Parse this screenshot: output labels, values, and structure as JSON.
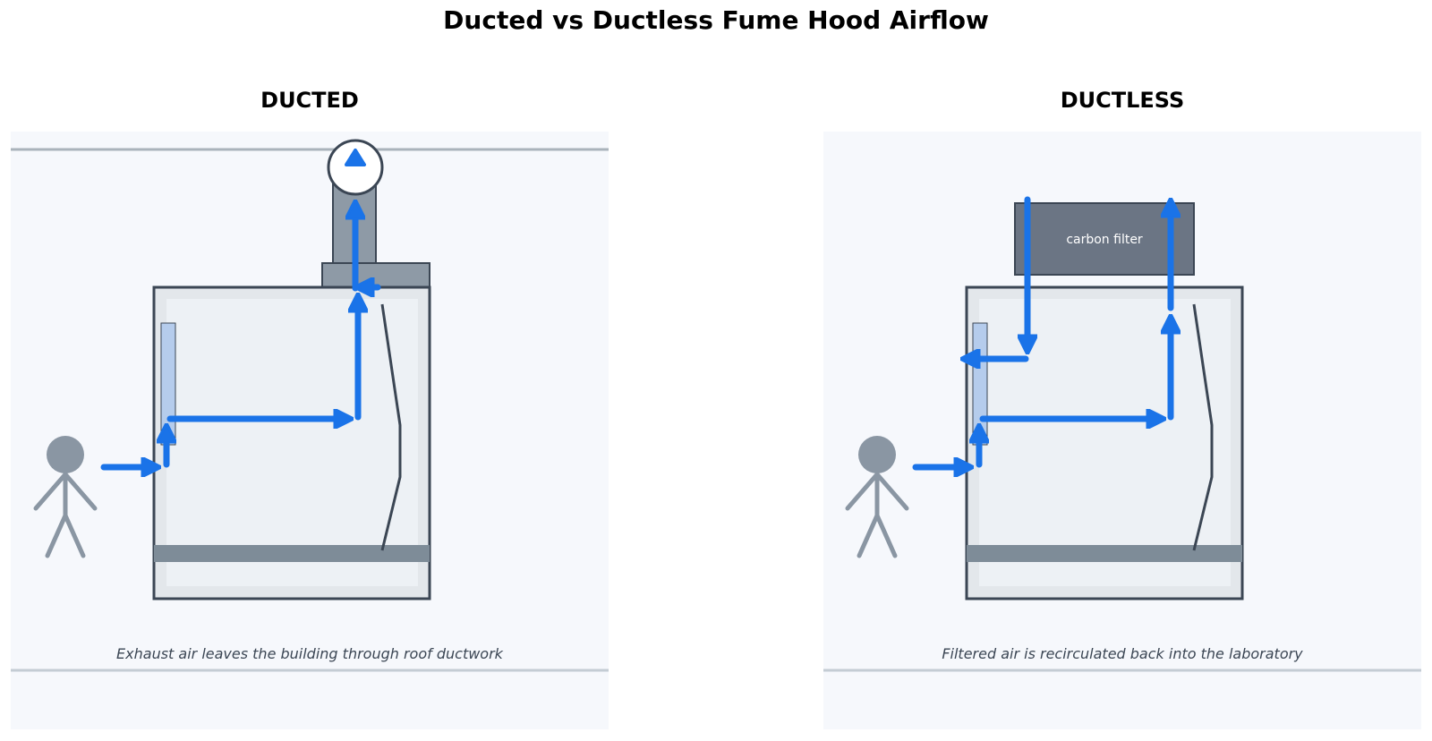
{
  "title": "Ducted vs Ductless Fume Hood Airflow",
  "panels": {
    "ducted": {
      "heading": "DUCTED",
      "caption": "Exhaust air leaves the building through roof ductwork"
    },
    "ductless": {
      "heading": "DUCTLESS",
      "caption": "Filtered air is recirculated back into the laboratory",
      "filter_label": "carbon filter"
    }
  },
  "colors": {
    "airflow": "#1a73e8",
    "outline": "#3b4654",
    "panel_bg": "#f6f8fc",
    "person": "#8a96a3",
    "filter": "#6b7584"
  }
}
